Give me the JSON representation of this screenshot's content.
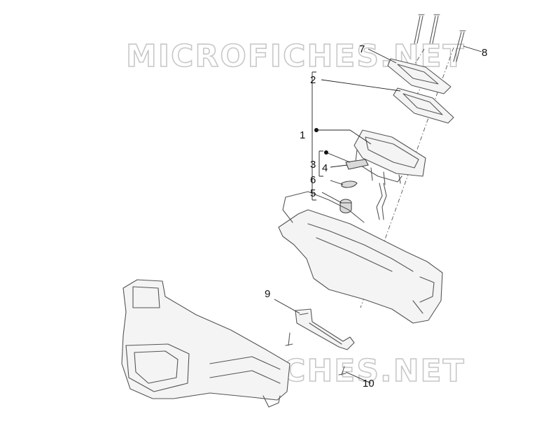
{
  "watermark": {
    "text": "MICROFICHES.NET"
  },
  "callouts": {
    "c1": "1",
    "c2": "2",
    "c3": "3",
    "c4": "4",
    "c5": "5",
    "c6": "6",
    "c7": "7",
    "c8": "8",
    "c9": "9",
    "c10": "10"
  },
  "colors": {
    "line": "#555555",
    "label": "#111111",
    "watermark": "#c8c8c8"
  }
}
